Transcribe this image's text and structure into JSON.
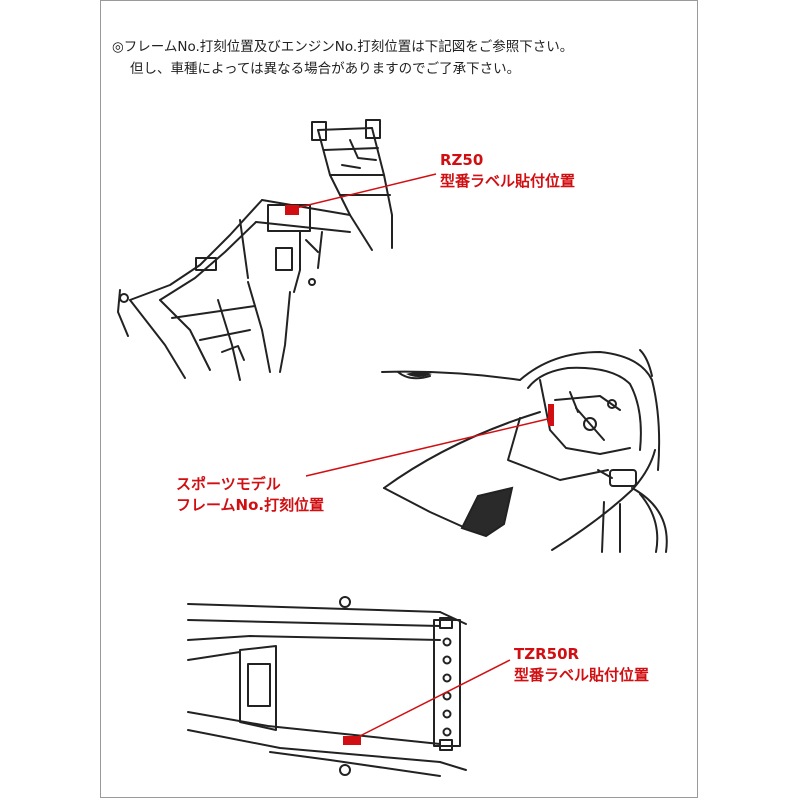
{
  "notice": {
    "line1": "◎フレームNo.打刻位置及びエンジンNo.打刻位置は下記図をご参照下さい。",
    "line2": "但し、車種によっては異なる場合がありますのでご了承下さい。"
  },
  "callouts": {
    "rz50": {
      "model": "RZ50",
      "label": "型番ラベル貼付位置"
    },
    "sports": {
      "line1": "スポーツモデル",
      "line2": "フレームNo.打刻位置"
    },
    "tzr50r": {
      "model": "TZR50R",
      "label": "型番ラベル貼付位置"
    }
  },
  "colors": {
    "accent": "#d10f12",
    "ink": "#222222",
    "border": "#9a9a9a"
  }
}
